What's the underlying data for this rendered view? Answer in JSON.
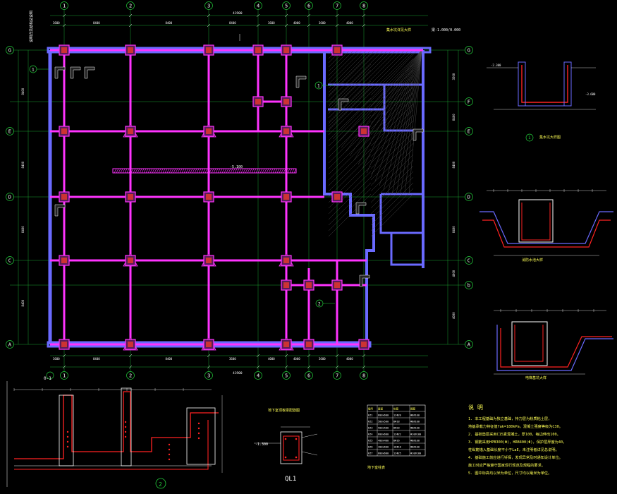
{
  "colors": {
    "background": "#000000",
    "axis_green": "#22c93a",
    "beam_magenta": "#ff33ff",
    "wall_blue": "#6a6aff",
    "rebar_red": "#ff2222",
    "dim_white": "#ffffff",
    "text_yellow": "#ffff55",
    "leader_cyan": "#33ffff"
  },
  "plan": {
    "grid_columns": [
      "1",
      "2",
      "3",
      "4",
      "5",
      "6",
      "7",
      "8"
    ],
    "grid_rows": [
      "G",
      "F",
      "E",
      "D",
      "C",
      "b",
      "A"
    ],
    "top_overall_dim": "41900",
    "bottom_overall_dim": "41900",
    "top_dims": [
      "3600",
      "8400",
      "8400",
      "8400",
      "3600",
      "4000",
      "3600",
      "4000"
    ],
    "bottom_dims": [
      "3600",
      "8400",
      "8400",
      "3600",
      "4000",
      "4000",
      "3600",
      "4000"
    ],
    "left_dims": [
      "8400",
      "8400",
      "8400",
      "8400"
    ],
    "right_dims": [
      "3500",
      "8400",
      "8400",
      "8400",
      "4000",
      "4000"
    ],
    "level_tag": "-5.100",
    "section_mark": "1",
    "section_mark_2": "2",
    "extra_axis": "0-1",
    "top_note": "集水坑详见大样",
    "top_right_note": "梁-1.000/0.000",
    "left_note": "说明详见结构总说明",
    "title": "地下室顶板梁配筋图"
  },
  "details": {
    "d1_title": "集水坑大样图",
    "d1_number": "1",
    "d2_title": "消防水池大样",
    "d3_title": "电梯基坑大样",
    "d4_number": "2",
    "d5_title": "QL1",
    "d5_level": "-1.300"
  },
  "table": {
    "title": "地下室柱表",
    "headers": [
      "编号",
      "截面",
      "纵筋",
      "箍筋"
    ],
    "rows": [
      [
        "KZ1",
        "600x600",
        "12Φ20",
        "Φ8@100"
      ],
      [
        "KZ2",
        "500x500",
        "8Φ18",
        "Φ8@100"
      ],
      [
        "KZ3",
        "500x500",
        "8Φ20",
        "Φ8@100"
      ],
      [
        "KZ4",
        "600x600",
        "12Φ22",
        "Φ10@100"
      ],
      [
        "KZ5",
        "400x400",
        "8Φ16",
        "Φ8@100"
      ],
      [
        "KZ6",
        "400x600",
        "10Φ18",
        "Φ8@100"
      ],
      [
        "KZ7",
        "600x600",
        "12Φ25",
        "Φ10@100"
      ]
    ]
  },
  "notes": {
    "heading": "说 明",
    "lines": [
      "1. 本工程基础为独立基础，持力层为粉质粘土层，",
      "   地基承载力特征值fak=180kPa，混凝土强度等级为C30。",
      "2. 基础垫层采用C15素混凝土，厚100，每边伸出100。",
      "3. 钢筋采用HPB300(Φ)，HRB400(Φ)，保护层厚度为40，",
      "   柱纵筋锚入基础长度不小于LaE，未注明者详见总说明。",
      "4. 基础施工前应进行钎探，发现异常及时通知设计单位。",
      "   施工时应严格遵守国家现行规范及规程的要求。",
      "5. 图中标高均以米为单位，尺寸均以毫米为单位。"
    ]
  }
}
